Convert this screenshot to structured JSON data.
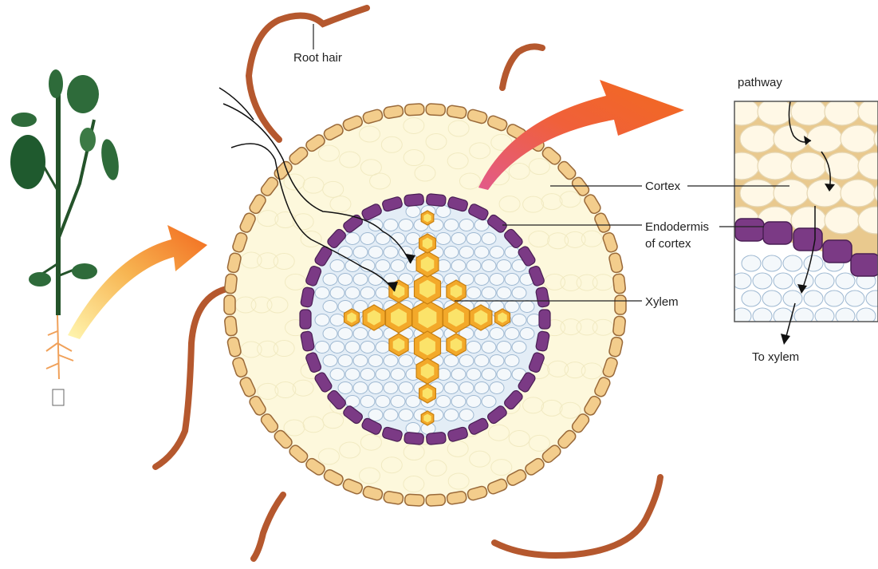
{
  "labels": {
    "root_hair": "Root hair",
    "pathway": "pathway",
    "cortex": "Cortex",
    "endodermis_line1": "Endodermis",
    "endodermis_line2": "of cortex",
    "xylem": "Xylem",
    "to_xylem": "To xylem"
  },
  "colors": {
    "root_hair": "#b5582e",
    "epidermis_cell": "#f3cd8c",
    "epidermis_outline": "#9a6a3a",
    "cortex": "#fdf8dc",
    "endodermis": "#7b3a85",
    "vascular_bg": "#e3edf6",
    "xylem_outer": "#f3a92a",
    "xylem_inner": "#fbe36a",
    "arrow_orange": "#f26a1e",
    "plant_green": "#24532a"
  }
}
